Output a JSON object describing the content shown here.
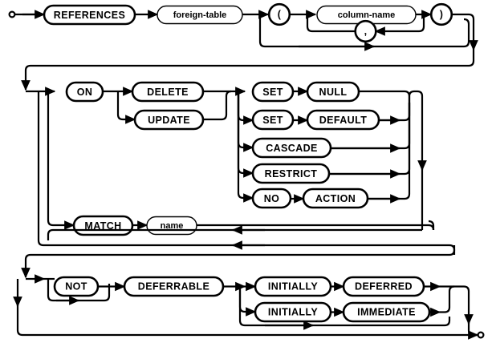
{
  "diagram": {
    "title": "REFERENCES clause railroad diagram",
    "type": "railroad-syntax-diagram",
    "colors": {
      "stroke": "#000000",
      "fill": "#ffffff",
      "background": "#ffffff"
    },
    "nodes": {
      "references": {
        "label": "REFERENCES",
        "kind": "keyword"
      },
      "foreign_table": {
        "label": "foreign-table",
        "kind": "nonterminal"
      },
      "lparen": {
        "label": "(",
        "kind": "keyword"
      },
      "column_name": {
        "label": "column-name",
        "kind": "nonterminal"
      },
      "comma": {
        "label": ",",
        "kind": "keyword"
      },
      "rparen": {
        "label": ")",
        "kind": "keyword"
      },
      "on": {
        "label": "ON",
        "kind": "keyword"
      },
      "delete": {
        "label": "DELETE",
        "kind": "keyword"
      },
      "update": {
        "label": "UPDATE",
        "kind": "keyword"
      },
      "set1": {
        "label": "SET",
        "kind": "keyword"
      },
      "null": {
        "label": "NULL",
        "kind": "keyword"
      },
      "set2": {
        "label": "SET",
        "kind": "keyword"
      },
      "default": {
        "label": "DEFAULT",
        "kind": "keyword"
      },
      "cascade": {
        "label": "CASCADE",
        "kind": "keyword"
      },
      "restrict": {
        "label": "RESTRICT",
        "kind": "keyword"
      },
      "no": {
        "label": "NO",
        "kind": "keyword"
      },
      "action": {
        "label": "ACTION",
        "kind": "keyword"
      },
      "match": {
        "label": "MATCH",
        "kind": "keyword"
      },
      "name": {
        "label": "name",
        "kind": "nonterminal"
      },
      "not": {
        "label": "NOT",
        "kind": "keyword"
      },
      "deferrable": {
        "label": "DEFERRABLE",
        "kind": "keyword"
      },
      "initially1": {
        "label": "INITIALLY",
        "kind": "keyword"
      },
      "deferred": {
        "label": "DEFERRED",
        "kind": "keyword"
      },
      "initially2": {
        "label": "INITIALLY",
        "kind": "keyword"
      },
      "immediate": {
        "label": "IMMEDIATE",
        "kind": "keyword"
      }
    },
    "markers": {
      "start": "start-terminal-dot",
      "end": "end-terminal-dot"
    }
  }
}
